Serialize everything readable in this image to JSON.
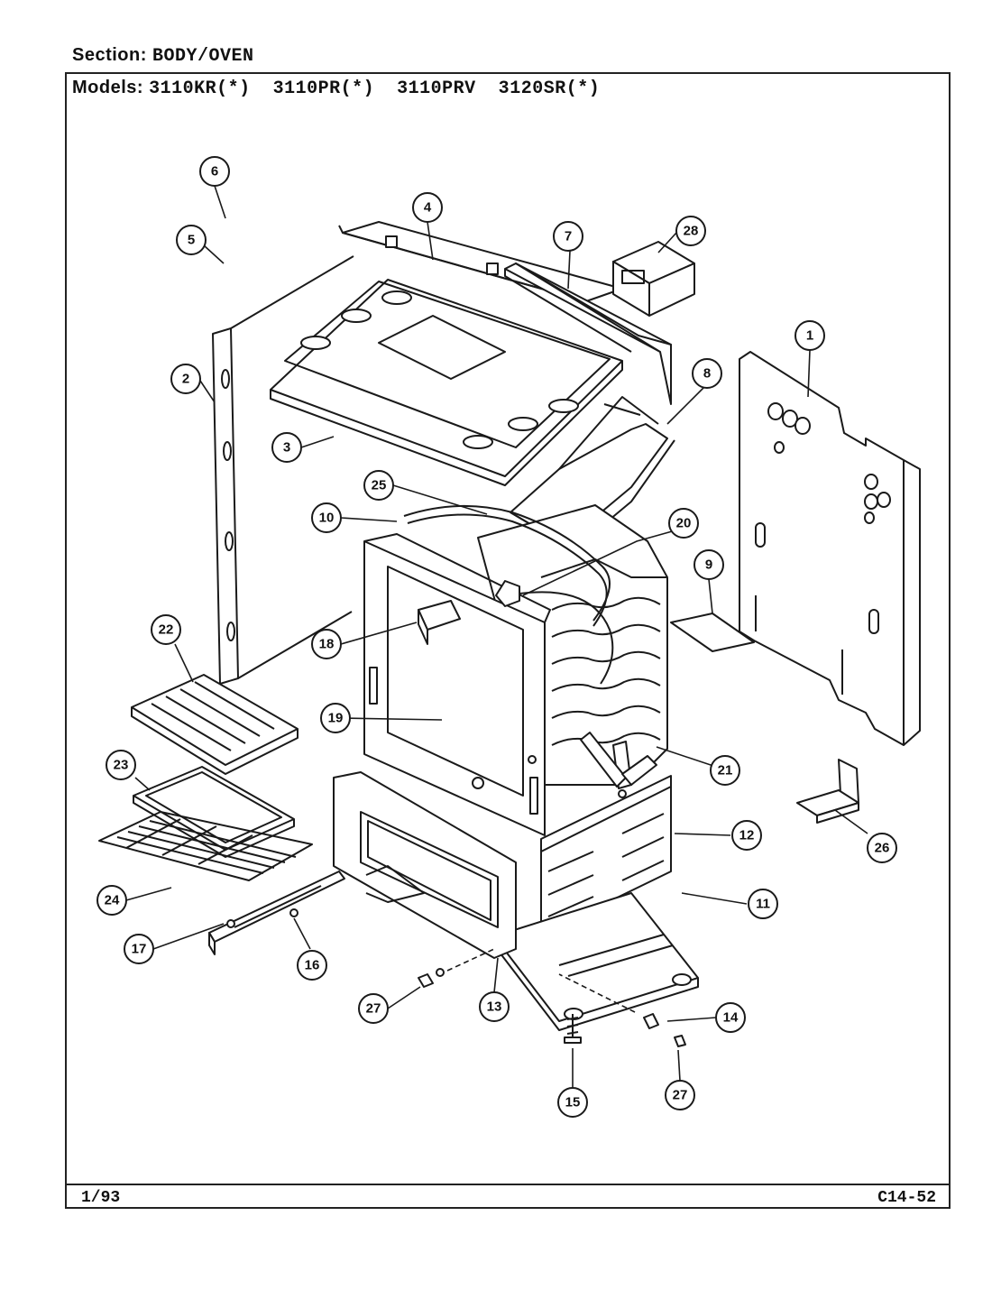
{
  "header": {
    "section_label": "Section:",
    "section_value": "BODY/OVEN",
    "models_label": "Models:",
    "models_value": "3110KR(*)  3110PR(*)  3110PRV  3120SR(*)"
  },
  "footer": {
    "date": "1/93",
    "code": "C14-52"
  },
  "callouts": [
    {
      "id": "c1",
      "label": "1"
    },
    {
      "id": "c2",
      "label": "2"
    },
    {
      "id": "c3",
      "label": "3"
    },
    {
      "id": "c4",
      "label": "4"
    },
    {
      "id": "c5",
      "label": "5"
    },
    {
      "id": "c6",
      "label": "6"
    },
    {
      "id": "c7",
      "label": "7"
    },
    {
      "id": "c8",
      "label": "8"
    },
    {
      "id": "c9",
      "label": "9"
    },
    {
      "id": "c10",
      "label": "10"
    },
    {
      "id": "c11",
      "label": "11"
    },
    {
      "id": "c12",
      "label": "12"
    },
    {
      "id": "c13",
      "label": "13"
    },
    {
      "id": "c14",
      "label": "14"
    },
    {
      "id": "c15",
      "label": "15"
    },
    {
      "id": "c16",
      "label": "16"
    },
    {
      "id": "c17",
      "label": "17"
    },
    {
      "id": "c18",
      "label": "18"
    },
    {
      "id": "c19",
      "label": "19"
    },
    {
      "id": "c20",
      "label": "20"
    },
    {
      "id": "c21",
      "label": "21"
    },
    {
      "id": "c22",
      "label": "22"
    },
    {
      "id": "c23",
      "label": "23"
    },
    {
      "id": "c24",
      "label": "24"
    },
    {
      "id": "c25",
      "label": "25"
    },
    {
      "id": "c26",
      "label": "26"
    },
    {
      "id": "c27a",
      "label": "27"
    },
    {
      "id": "c27b",
      "label": "27"
    },
    {
      "id": "c28",
      "label": "28"
    }
  ]
}
